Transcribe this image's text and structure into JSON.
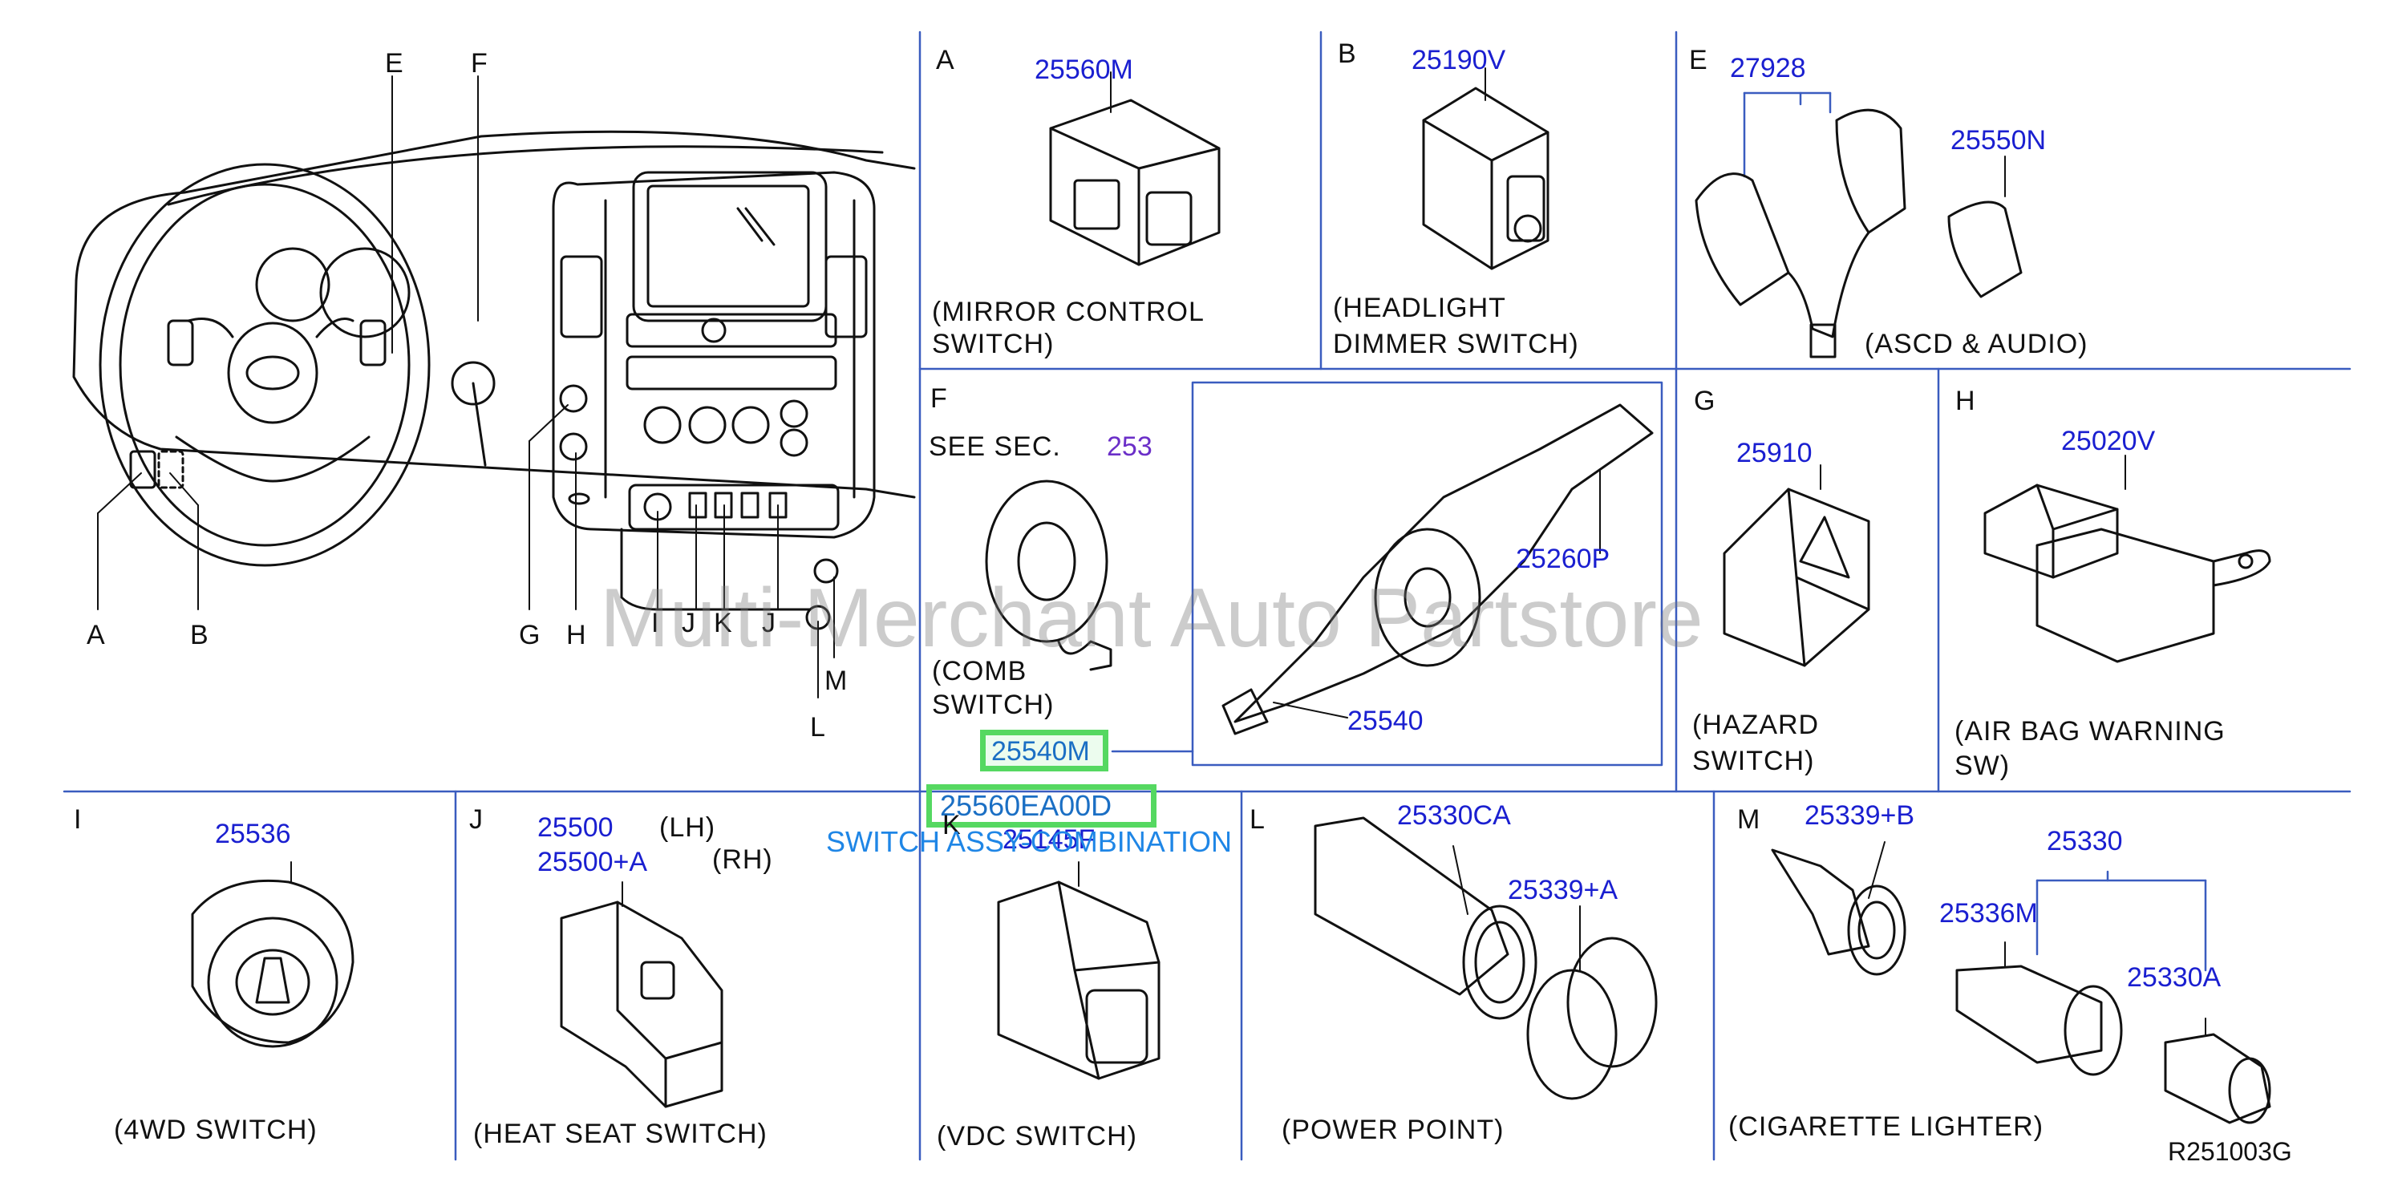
{
  "figure_id": "R251003G",
  "watermark": "Multi-Merchant Auto Partstore",
  "overview_letters": [
    "A",
    "B",
    "E",
    "F",
    "G",
    "H",
    "I",
    "J",
    "K",
    "J",
    "M",
    "L"
  ],
  "panels": {
    "A": {
      "letter": "A",
      "part": "25560M",
      "caption": [
        "(MIRROR   CONTROL",
        "SWITCH)"
      ]
    },
    "B": {
      "letter": "B",
      "part": "25190V",
      "caption": [
        "(HEADLIGHT",
        "DIMMER   SWITCH)"
      ]
    },
    "E": {
      "letter": "E",
      "part1": "27928",
      "part2": "25550N",
      "caption": "(ASCD   &   AUDIO)"
    },
    "F": {
      "letter": "F",
      "see": "SEE   SEC.",
      "sec": "253",
      "part_main": "25260P",
      "part_lever": "25540",
      "caption": [
        "(COMB",
        "SWITCH)"
      ],
      "hl_part": "25540M"
    },
    "G": {
      "letter": "G",
      "part": "25910",
      "caption": [
        "(HAZARD",
        " SWITCH)"
      ]
    },
    "H": {
      "letter": "H",
      "part": "25020V",
      "caption": [
        "(AIR   BAG   WARNING",
        "SW)"
      ]
    },
    "I": {
      "letter": "I",
      "part": "25536",
      "caption": "(4WD   SWITCH)"
    },
    "J": {
      "letter": "J",
      "part_lh": "25500",
      "lh": "(LH)",
      "part_rh": "25500+A",
      "rh": "(RH)",
      "caption": "(HEAT   SEAT   SWITCH)"
    },
    "K": {
      "letter": "K",
      "part": "25145F",
      "caption": "(VDC   SWITCH)"
    },
    "L": {
      "letter": "L",
      "part1": "25330CA",
      "part2": "25339+A",
      "caption": "(POWER   POINT)"
    },
    "M": {
      "letter": "M",
      "part1": "25339+B",
      "part_group": "25330",
      "part2": "25336M",
      "part3": "25330A",
      "caption": "(CIGARETTE   LIGHTER)"
    }
  },
  "highlight": {
    "code": "25560EA00D",
    "description": "SWITCH ASSY-COMBINATION"
  }
}
